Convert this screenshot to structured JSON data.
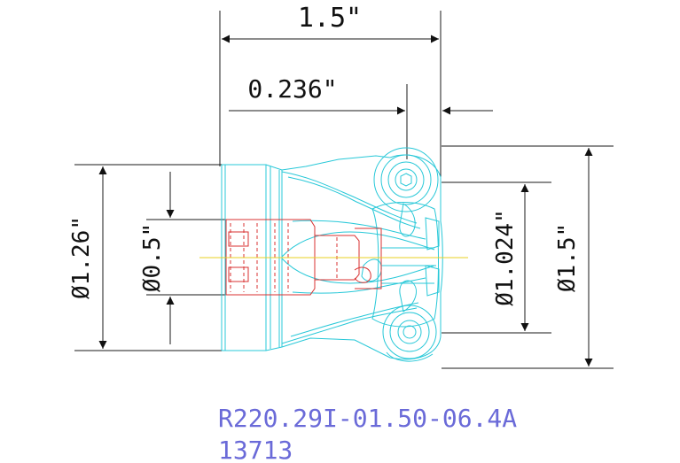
{
  "dimensions": {
    "overall_length": "1.5\"",
    "insert_offset": "0.236\"",
    "shank_diameter": "Ø1.26\"",
    "bore_diameter": "Ø0.5\"",
    "pilot_diameter": "Ø1.024\"",
    "cutting_diameter": "Ø1.5\""
  },
  "part": {
    "number": "R220.29I-01.50-06.4A",
    "code": "13713"
  },
  "colors": {
    "dimension_lines": "#1a1a1a",
    "tool_body": "#28c8d8",
    "internal_features": "#d83030",
    "centerline": "#e8d020",
    "part_text": "#6a6ad8"
  }
}
